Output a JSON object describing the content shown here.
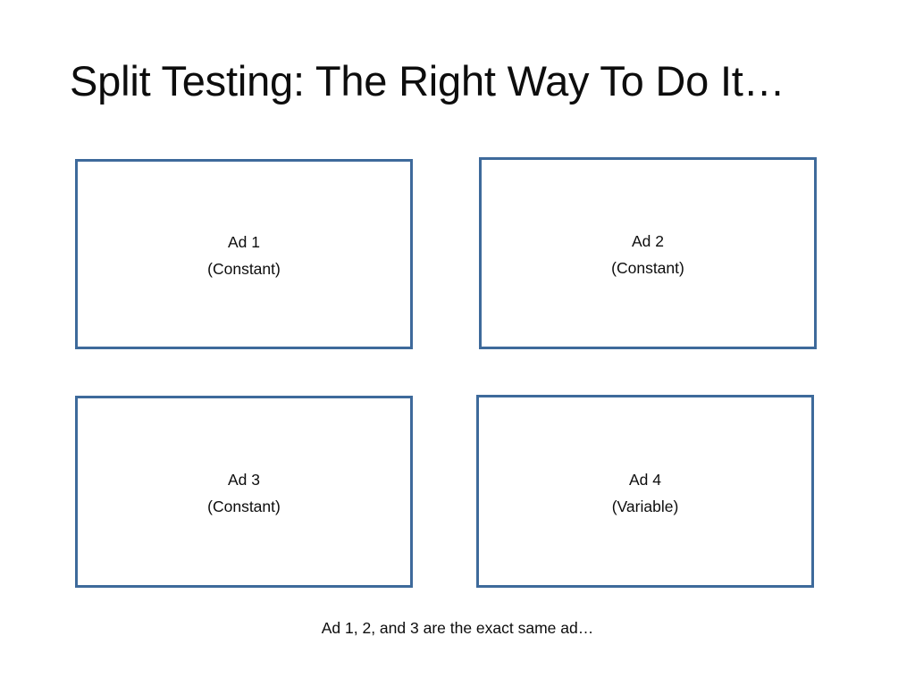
{
  "slide": {
    "title": "Split Testing: The Right Way To Do It…",
    "background_color": "#ffffff",
    "text_color": "#0d0d0d",
    "box_border_color": "#3e6a9b",
    "boxes": [
      {
        "name": "Ad 1",
        "state": "(Constant)"
      },
      {
        "name": "Ad 2",
        "state": "(Constant)"
      },
      {
        "name": "Ad 3",
        "state": "(Constant)"
      },
      {
        "name": "Ad 4",
        "state": "(Variable)"
      }
    ],
    "caption": "Ad 1, 2, and 3 are the exact same ad…"
  }
}
